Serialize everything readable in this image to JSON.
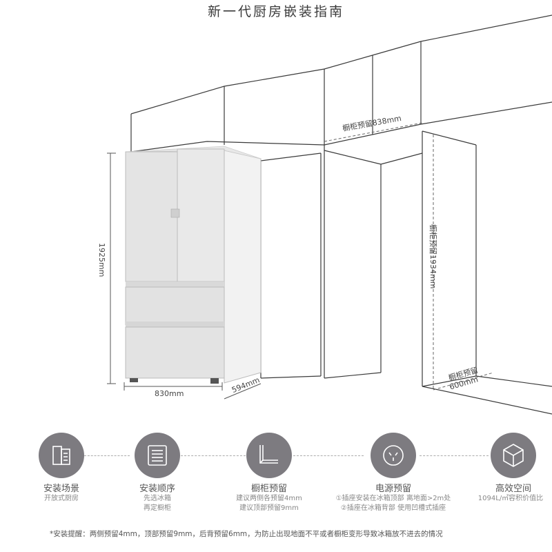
{
  "title": "新一代厨房嵌装指南",
  "dimensions": {
    "fridge_height": "1925mm",
    "fridge_width": "830mm",
    "fridge_depth": "594mm",
    "cabinet_width": "橱柜预留838mm",
    "cabinet_height": "橱柜预留1934mm",
    "cabinet_depth_label": "橱柜预留",
    "cabinet_depth": "600mm"
  },
  "steps": [
    {
      "icon": "document-icon",
      "title": "安装场景",
      "lines": [
        "开放式厨房"
      ]
    },
    {
      "icon": "list-icon",
      "title": "安装顺序",
      "lines": [
        "先选冰箱",
        "再定橱柜"
      ]
    },
    {
      "icon": "cabinet-corner-icon",
      "title": "橱柜预留",
      "lines": [
        "建议两侧各预留4mm",
        "建议顶部预留9mm"
      ]
    },
    {
      "icon": "power-socket-icon",
      "title": "电源预留",
      "lines": [
        "①插座安装在冰箱顶部  离地面>2m处",
        "②插座在冰箱背部  使用凹槽式插座"
      ]
    },
    {
      "icon": "cube-icon",
      "title": "高效空间",
      "lines": [
        "1094L/㎡容积价值比"
      ]
    }
  ],
  "note": "*安装提醒：两侧预留4mm，顶部预留9mm，后背预留6mm，为防止出现地面不平或者橱柜变形导致冰箱放不进去的情况",
  "colors": {
    "icon_bg": "#7d7b80",
    "line": "#333333",
    "dashed": "#888888"
  }
}
